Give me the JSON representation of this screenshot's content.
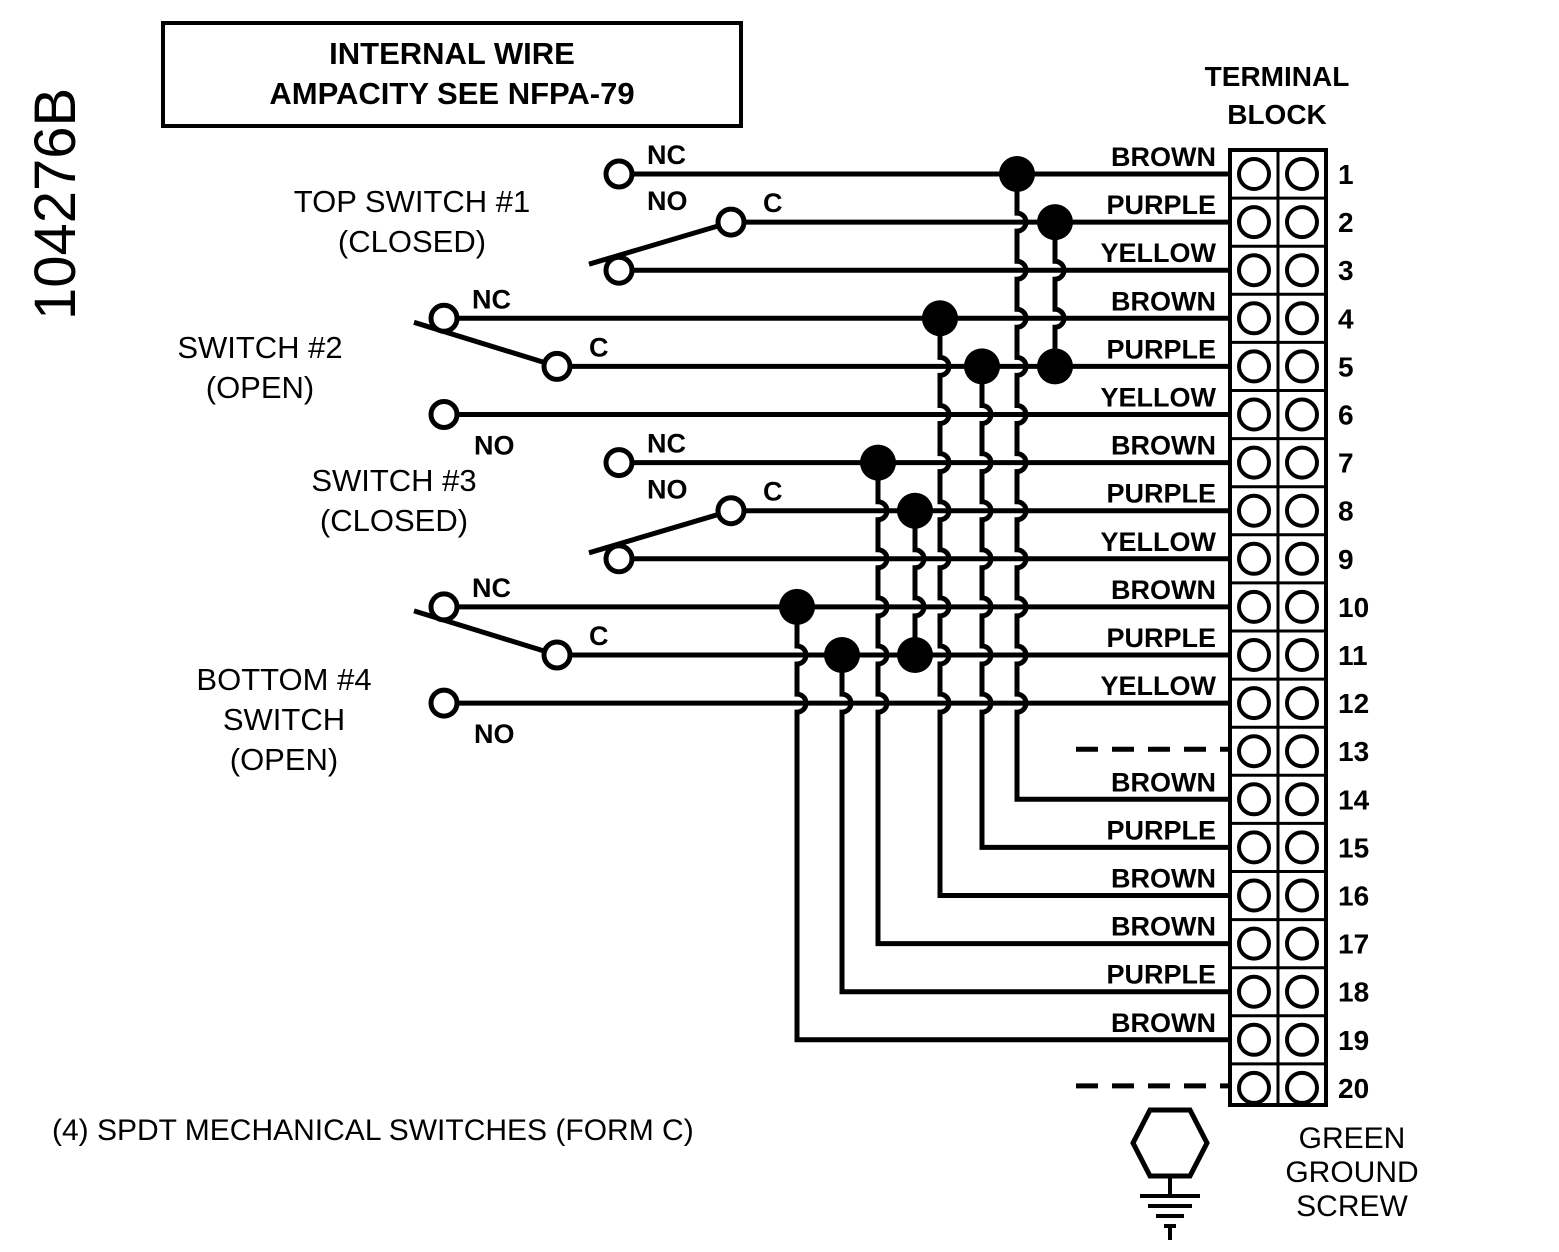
{
  "drawing_number": "104276B",
  "note_box": {
    "line1": "INTERNAL WIRE",
    "line2": "AMPACITY SEE NFPA-79"
  },
  "terminal_block": {
    "title_line1": "TERMINAL",
    "title_line2": "BLOCK",
    "terminals": [
      {
        "num": "1",
        "wire": "BROWN"
      },
      {
        "num": "2",
        "wire": "PURPLE"
      },
      {
        "num": "3",
        "wire": "YELLOW"
      },
      {
        "num": "4",
        "wire": "BROWN"
      },
      {
        "num": "5",
        "wire": "PURPLE"
      },
      {
        "num": "6",
        "wire": "YELLOW"
      },
      {
        "num": "7",
        "wire": "BROWN"
      },
      {
        "num": "8",
        "wire": "PURPLE"
      },
      {
        "num": "9",
        "wire": "YELLOW"
      },
      {
        "num": "10",
        "wire": "BROWN"
      },
      {
        "num": "11",
        "wire": "PURPLE"
      },
      {
        "num": "12",
        "wire": "YELLOW"
      },
      {
        "num": "13",
        "wire": ""
      },
      {
        "num": "14",
        "wire": "BROWN"
      },
      {
        "num": "15",
        "wire": "PURPLE"
      },
      {
        "num": "16",
        "wire": "BROWN"
      },
      {
        "num": "17",
        "wire": "BROWN"
      },
      {
        "num": "18",
        "wire": "PURPLE"
      },
      {
        "num": "19",
        "wire": "BROWN"
      },
      {
        "num": "20",
        "wire": ""
      }
    ]
  },
  "switches": [
    {
      "label_lines": [
        "TOP SWITCH #1",
        "(CLOSED)"
      ],
      "nc": "NC",
      "c": "C",
      "no": "NO"
    },
    {
      "label_lines": [
        "SWITCH #2",
        "(OPEN)"
      ],
      "nc": "NC",
      "c": "C",
      "no": "NO"
    },
    {
      "label_lines": [
        "SWITCH  #3",
        "(CLOSED)"
      ],
      "nc": "NC",
      "c": "C",
      "no": "NO"
    },
    {
      "label_lines": [
        "BOTTOM #4",
        "SWITCH",
        "(OPEN)"
      ],
      "nc": "NC",
      "c": "C",
      "no": "NO"
    }
  ],
  "footnote": "(4) SPDT MECHANICAL SWITCHES (FORM C)",
  "ground": {
    "line1": "GREEN",
    "line2": "GROUND",
    "line3": "SCREW",
    "color": "#000000"
  }
}
